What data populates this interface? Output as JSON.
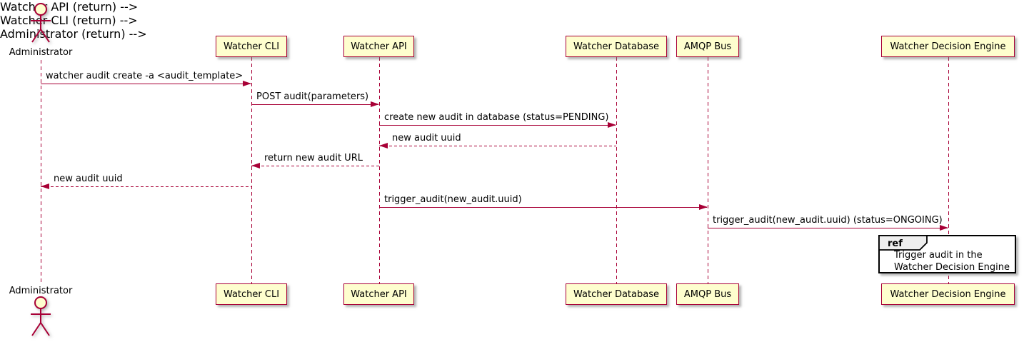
{
  "diagram": {
    "type": "sequence",
    "actor": {
      "name": "Administrator"
    },
    "participants": [
      {
        "label": "Watcher CLI"
      },
      {
        "label": "Watcher API"
      },
      {
        "label": "Watcher Database"
      },
      {
        "label": "AMQP Bus"
      },
      {
        "label": "Watcher Decision Engine"
      }
    ],
    "messages": [
      {
        "from": "Administrator",
        "to": "Watcher CLI",
        "label": "watcher audit create -a <audit_template>",
        "line": "solid"
      },
      {
        "from": "Watcher CLI",
        "to": "Watcher API",
        "label": "POST audit(parameters)",
        "line": "solid"
      },
      {
        "from": "Watcher API",
        "to": "Watcher Database",
        "label": "create new audit in database (status=PENDING)",
        "line": "solid"
      },
      {
        "from": "Watcher Database",
        "to": "Watcher API",
        "label": "new audit uuid",
        "line": "dashed"
      },
      {
        "from": "Watcher API",
        "to": "Watcher CLI",
        "label": "return new audit URL",
        "line": "dashed"
      },
      {
        "from": "Watcher CLI",
        "to": "Administrator",
        "label": "new audit uuid",
        "line": "dashed"
      },
      {
        "from": "Watcher API",
        "to": "AMQP Bus",
        "label": "trigger_audit(new_audit.uuid)",
        "line": "solid"
      },
      {
        "from": "AMQP Bus",
        "to": "Watcher Decision Engine",
        "label": "trigger_audit(new_audit.uuid) (status=ONGOING)",
        "line": "solid"
      }
    ],
    "ref": {
      "tag": "ref",
      "lines": [
        "Trigger audit in the",
        "Watcher Decision Engine"
      ]
    },
    "colors": {
      "participant_fill": "#FEFECE",
      "participant_border": "#A80036",
      "line": "#A80036",
      "text": "#000000",
      "ref_tag_fill": "#EEEEEE",
      "ref_border": "#000000",
      "background": "#FFFFFF"
    }
  }
}
